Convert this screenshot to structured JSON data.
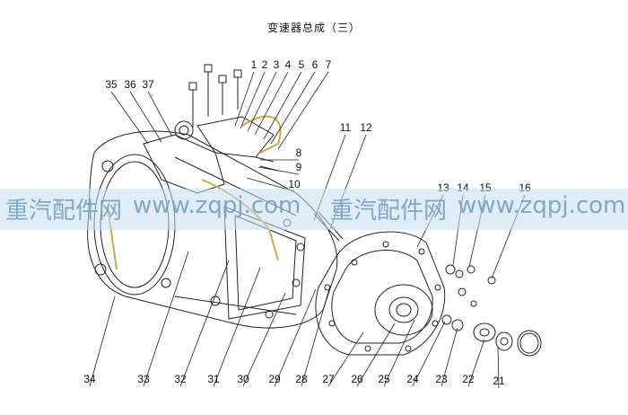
{
  "title": "变速器总成（三）",
  "watermark": {
    "segments": [
      "重汽配件网",
      "www.zqpj.com",
      "重汽配件网",
      "www.zqpj.com"
    ]
  },
  "callouts": [
    "1",
    "2",
    "3",
    "4",
    "5",
    "6",
    "7",
    "8",
    "9",
    "10",
    "11",
    "12",
    "13",
    "14",
    "15",
    "16",
    "21",
    "22",
    "23",
    "24",
    "25",
    "26",
    "27",
    "28",
    "29",
    "30",
    "31",
    "32",
    "33",
    "34",
    "35",
    "36",
    "37"
  ]
}
